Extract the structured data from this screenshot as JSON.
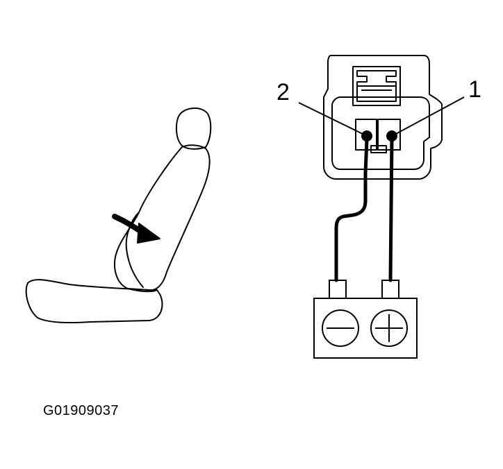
{
  "labels": {
    "pin_2": "2",
    "pin_1": "1",
    "figure_code": "G01909037"
  },
  "battery": {
    "negative_icon": "minus-icon",
    "positive_icon": "plus-icon"
  },
  "seat": {
    "arrow_icon": "curved-arrow-icon"
  },
  "colors": {
    "line": "#000000",
    "background": "#ffffff"
  }
}
